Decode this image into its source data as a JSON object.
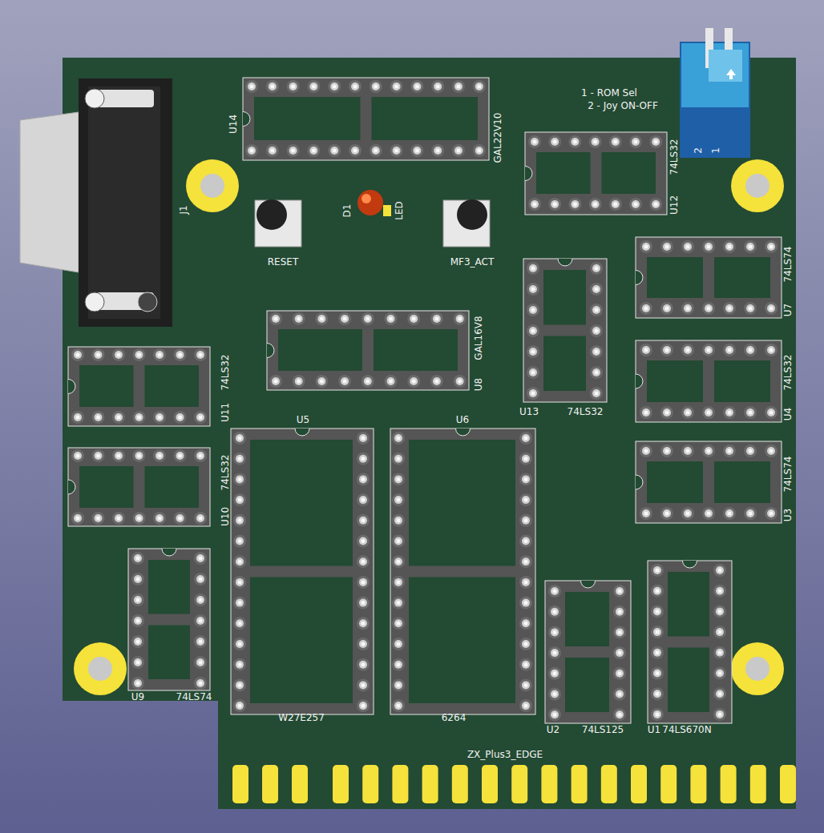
{
  "diagram": {
    "labels": [
      "U14",
      "GAL22V10",
      "1 - ROM Sel",
      "2 - Joy ON-OFF",
      "2",
      "1",
      "J1",
      "U12",
      "74LS32",
      "RESET",
      "D1",
      "LED",
      "MF3_ACT",
      "74LS74",
      "U7",
      "GAL16V8",
      "U8",
      "U13",
      "74LS32",
      "74LS32",
      "U4",
      "U11",
      "74LS32",
      "U10",
      "74LS32",
      "74LS74",
      "U3",
      "U5",
      "U6",
      "U9",
      "74LS74",
      "W27E257",
      "6264",
      "U2",
      "74LS125",
      "U1",
      "74LS670N",
      "ZX_Plus3_EDGE"
    ]
  }
}
